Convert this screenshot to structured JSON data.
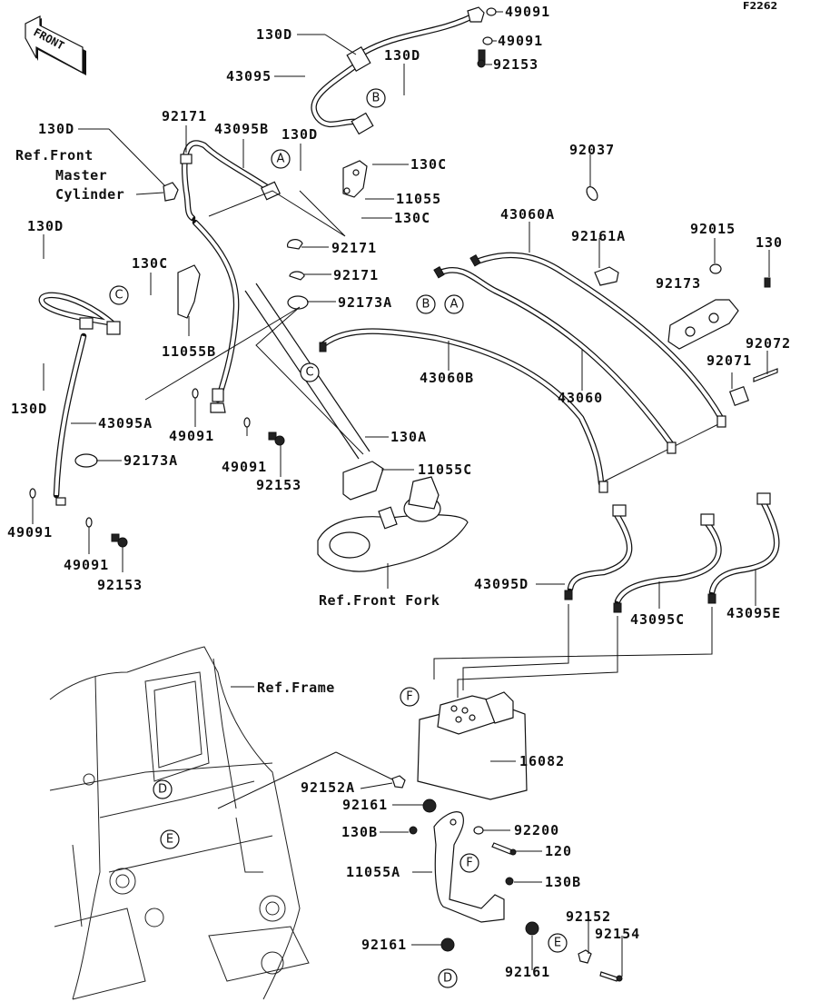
{
  "diagram": {
    "code": "F2262",
    "front_arrow": "FRONT",
    "refs": {
      "master_cylinder": [
        "Ref.Front",
        "Master",
        "Cylinder"
      ],
      "front_fork": "Ref.Front Fork",
      "frame": "Ref.Frame"
    },
    "callouts": [
      "A",
      "B",
      "C",
      "D",
      "E",
      "F"
    ],
    "parts": {
      "p_130D_top": "130D",
      "p_49091_t1": "49091",
      "p_49091_t2": "49091",
      "p_92153_t": "92153",
      "p_43095": "43095",
      "p_130D_b": "130D",
      "p_130D_left": "130D",
      "p_92171_a": "92171",
      "p_43095B": "43095B",
      "p_130D_a": "130D",
      "p_130C_1": "130C",
      "p_11055": "11055",
      "p_130C_2": "130C",
      "p_92037": "92037",
      "p_43060A": "43060A",
      "p_92161A": "92161A",
      "p_92015": "92015",
      "p_130": "130",
      "p_92173": "92173",
      "p_130D_l2": "130D",
      "p_130C_l": "130C",
      "p_92171_b": "92171",
      "p_92171_c": "92171",
      "p_92173A_m": "92173A",
      "p_11055B": "11055B",
      "p_130D_l3": "130D",
      "p_43060B": "43060B",
      "p_43060": "43060",
      "p_92072": "92072",
      "p_92071": "92071",
      "p_43095A": "43095A",
      "p_49091_m1": "49091",
      "p_49091_m2": "49091",
      "p_92153_m": "92153",
      "p_130A": "130A",
      "p_11055C": "11055C",
      "p_92173A_l": "92173A",
      "p_49091_l1": "49091",
      "p_49091_l2": "49091",
      "p_92153_l": "92153",
      "p_43095D": "43095D",
      "p_43095C": "43095C",
      "p_43095E": "43095E",
      "p_16082": "16082",
      "p_92152A": "92152A",
      "p_92161_1": "92161",
      "p_92200": "92200",
      "p_130B_1": "130B",
      "p_120": "120",
      "p_11055A": "11055A",
      "p_130B_2": "130B",
      "p_92152": "92152",
      "p_92154": "92154",
      "p_92161_2": "92161",
      "p_92161_3": "92161"
    }
  }
}
